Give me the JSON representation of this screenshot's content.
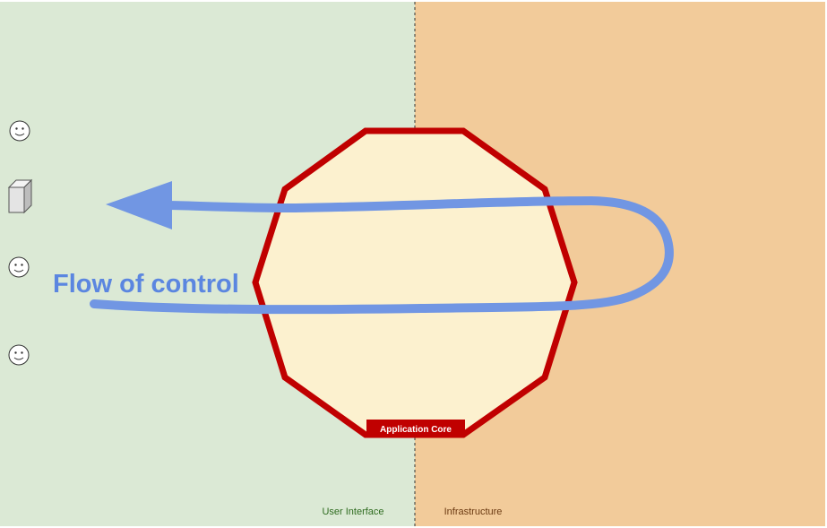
{
  "zones": {
    "left": {
      "label": "User Interface",
      "color": "#dbe9d5",
      "label_color": "#2e6b1f"
    },
    "right": {
      "label": "Infrastructure",
      "color": "#f2cb9a",
      "label_color": "#6b3a12"
    }
  },
  "core": {
    "label": "Application Core",
    "fill": "#fcf1cf",
    "border": "#c00000"
  },
  "flow": {
    "label": "Flow of control",
    "color": "#7196e3"
  },
  "actors": [
    {
      "icon": "smiley-icon"
    },
    {
      "icon": "server-icon"
    },
    {
      "icon": "smiley-icon"
    },
    {
      "icon": "smiley-icon"
    }
  ]
}
